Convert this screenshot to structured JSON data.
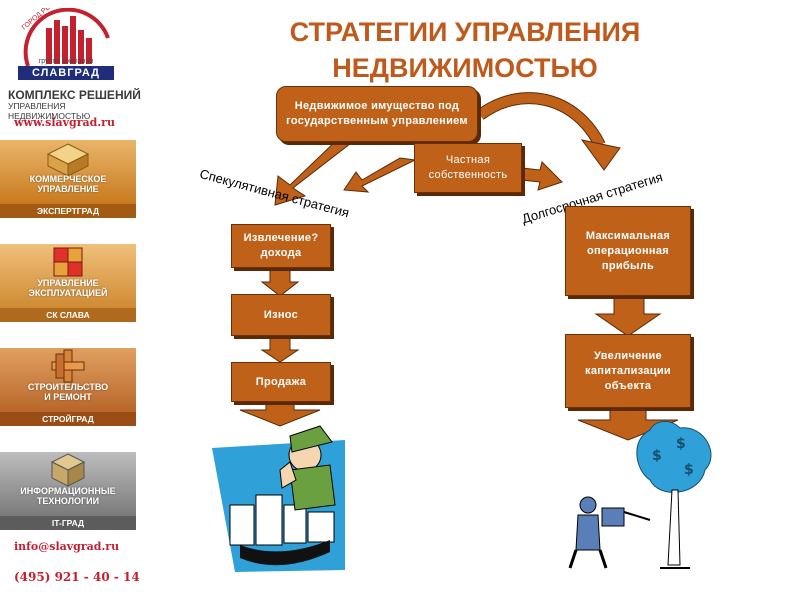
{
  "sidebar": {
    "logo_arc_text": "ГОРОД РЕШЕНИЙ",
    "logo_group_text": "группа компаний",
    "logo_name": "СЛАВГРАД",
    "complex_title": "КОМПЛЕКС РЕШЕНИЙ",
    "complex_subtitle": "УПРАВЛЕНИЯ НЕДВИЖИМОСТЬЮ",
    "website": "www.slavgrad.ru",
    "tiles": [
      {
        "label": "КОММЕРЧЕСКОЕ\nУПРАВЛЕНИЕ",
        "bottom": "ЭКСПЕРТГРАД"
      },
      {
        "label": "УПРАВЛЕНИЕ\nЭКСПЛУАТАЦИЕЙ",
        "bottom": "СК СЛАВА"
      },
      {
        "label": "СТРОИТЕЛЬСТВО\nИ РЕМОНТ",
        "bottom": "СТРОЙГРАД"
      },
      {
        "label": "ИНФОРМАЦИОННЫЕ\nТЕХНОЛОГИИ",
        "bottom": "IT-ГРАД"
      }
    ],
    "email": "info@slavgrad.ru",
    "phone": "(495) 921 - 40 - 14"
  },
  "title": "СТРАТЕГИИ УПРАВЛЕНИЯ НЕДВИЖИМОСТЬЮ",
  "diagram": {
    "top_box": "Недвижимое имущество под государственным управлением",
    "private_box": "Частная собственность",
    "left_strategy": "Спекулятивная стратегия",
    "right_strategy": "Долгосрочная стратегия",
    "left_steps": [
      "Извлечение? дохода",
      "Износ",
      "Продажа"
    ],
    "right_steps": [
      "Максимальная операционная прибыль",
      "Увеличение капитализации объекта"
    ]
  },
  "colors": {
    "box": "#c0611a",
    "title": "#bf5a1c",
    "contact": "#c5202e"
  }
}
